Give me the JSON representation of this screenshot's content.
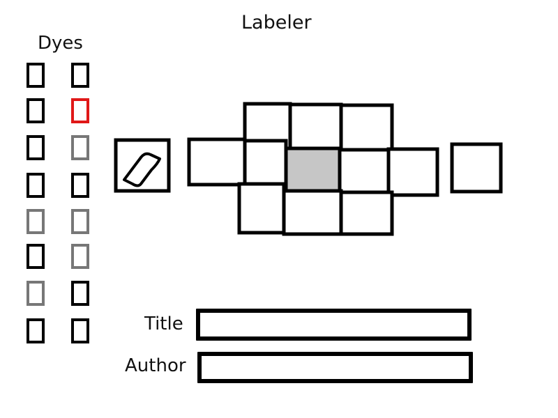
{
  "window": {
    "title": "Labeler"
  },
  "dyes": {
    "label": "Dyes",
    "slots": [
      {
        "col": 0,
        "row": 0,
        "style": "black"
      },
      {
        "col": 1,
        "row": 0,
        "style": "black"
      },
      {
        "col": 0,
        "row": 1,
        "style": "black"
      },
      {
        "col": 1,
        "row": 1,
        "style": "red"
      },
      {
        "col": 0,
        "row": 2,
        "style": "black"
      },
      {
        "col": 1,
        "row": 2,
        "style": "gray"
      },
      {
        "col": 0,
        "row": 3,
        "style": "black"
      },
      {
        "col": 1,
        "row": 3,
        "style": "black"
      },
      {
        "col": 0,
        "row": 4,
        "style": "gray"
      },
      {
        "col": 1,
        "row": 4,
        "style": "gray"
      },
      {
        "col": 0,
        "row": 5,
        "style": "black"
      },
      {
        "col": 1,
        "row": 5,
        "style": "gray"
      },
      {
        "col": 0,
        "row": 6,
        "style": "gray"
      },
      {
        "col": 1,
        "row": 6,
        "style": "black"
      },
      {
        "col": 0,
        "row": 7,
        "style": "black"
      },
      {
        "col": 1,
        "row": 7,
        "style": "black"
      }
    ]
  },
  "crafting": {
    "input_item_icon": "label-item-icon",
    "selected_cell": "center",
    "selected_fill": "#c6c6c6"
  },
  "form": {
    "title_label": "Title",
    "title_value": "",
    "author_label": "Author",
    "author_value": ""
  },
  "colors": {
    "outline": "#000000",
    "gray_outline": "#777777",
    "red_outline": "#e01818"
  }
}
